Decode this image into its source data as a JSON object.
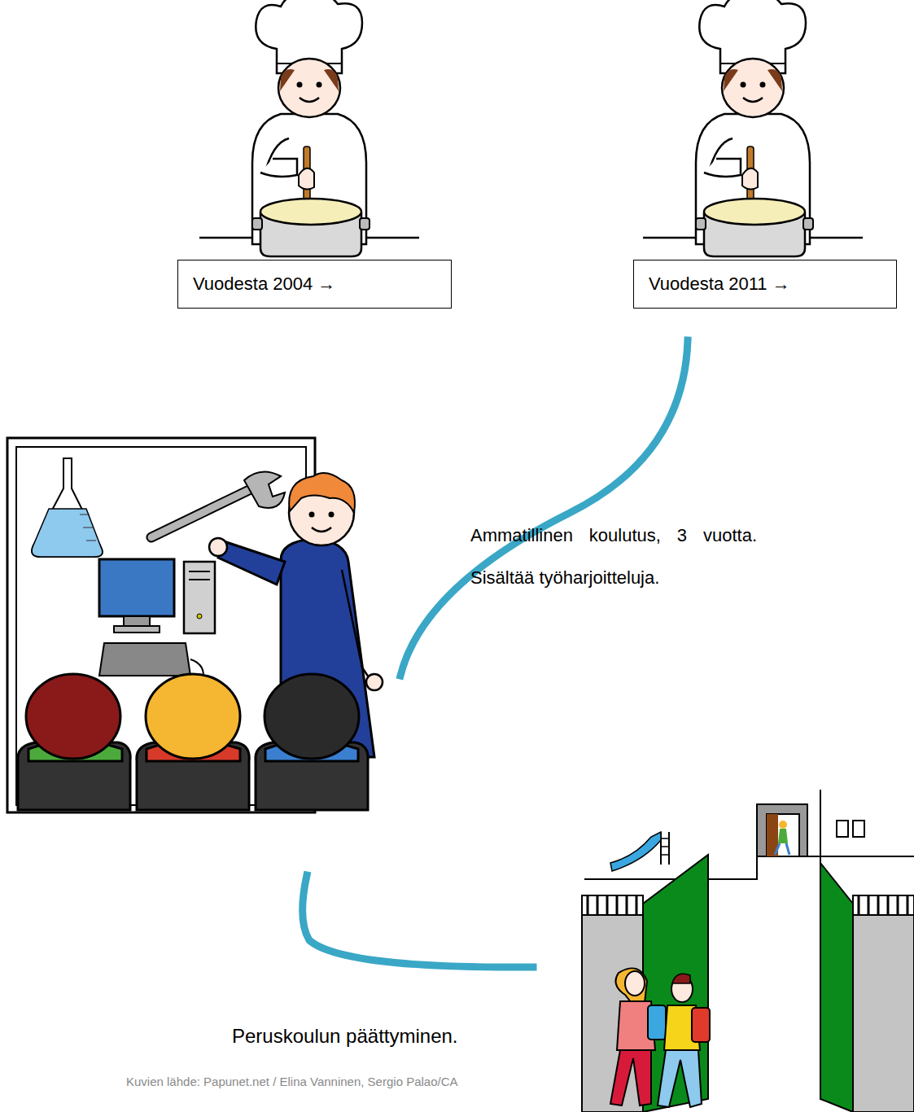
{
  "diagram": {
    "nodes": [
      {
        "text": [
          "Vuodesta 2004 →"
        ]
      },
      {
        "text": [
          "Vuodesta 2011 →"
        ]
      }
    ],
    "labels": [
      "Ammatillinen koulutus, 3 vuotta. Sisältää työharjoitteluja.",
      "Peruskoulun päättyminen.",
      "Kuvien lähde: Papunet.net / Elina Vanninen, Sergio Palao/CA"
    ]
  }
}
